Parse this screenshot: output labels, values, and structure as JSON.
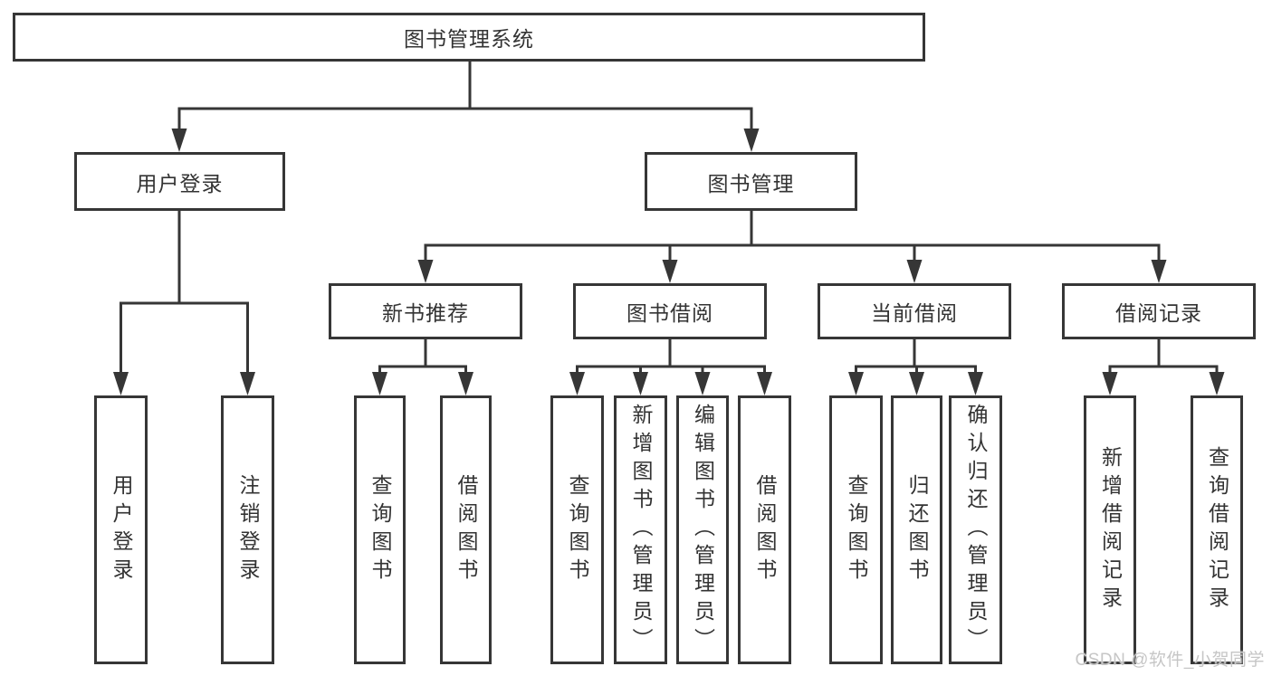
{
  "colors": {
    "line": "#363636",
    "text": "#333333",
    "background": "#ffffff",
    "watermark": "#c6c6c6"
  },
  "watermark": {
    "text": "CSDN @软件_小贺同学"
  },
  "tree": {
    "label": "图书管理系统",
    "children": [
      {
        "label": "用户登录",
        "children": [
          {
            "label": "用户登录"
          },
          {
            "label": "注销登录"
          }
        ]
      },
      {
        "label": "图书管理",
        "children": [
          {
            "label": "新书推荐",
            "children": [
              {
                "label": "查询图书"
              },
              {
                "label": "借阅图书"
              }
            ]
          },
          {
            "label": "图书借阅",
            "children": [
              {
                "label": "查询图书"
              },
              {
                "label": "新增图书（管理员）"
              },
              {
                "label": "编辑图书（管理员）"
              },
              {
                "label": "借阅图书"
              }
            ]
          },
          {
            "label": "当前借阅",
            "children": [
              {
                "label": "查询图书"
              },
              {
                "label": "归还图书"
              },
              {
                "label": "确认归还（管理员）"
              }
            ]
          },
          {
            "label": "借阅记录",
            "children": [
              {
                "label": "新增借阅记录"
              },
              {
                "label": "查询借阅记录"
              }
            ]
          }
        ]
      }
    ]
  }
}
